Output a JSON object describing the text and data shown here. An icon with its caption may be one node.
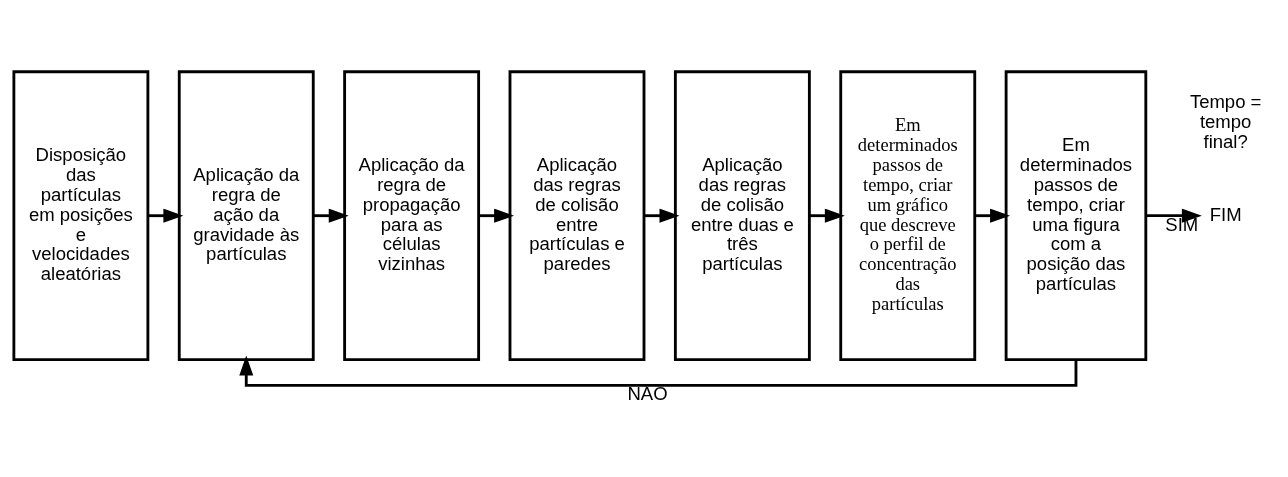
{
  "diagram": {
    "nodes": [
      {
        "text": [
          "Disposição das partículas em posições e velocidades aleatórias"
        ]
      },
      {
        "text": [
          "Aplicação da regra de ação da gravidade às partículas"
        ]
      },
      {
        "text": [
          "Aplicação da regra de propagação para as células vizinhas"
        ]
      },
      {
        "text": [
          "Aplicação das regras de colisão entre partículas e paredes"
        ]
      },
      {
        "text": [
          "Aplicação das regras de colisão entre duas e três partículas"
        ]
      },
      {
        "text": [
          "Em determinados passos de tempo, criar um gráfico que descreve o perfil de concentração das partículas"
        ]
      },
      {
        "text": [
          "Em determinados passos de tempo, criar uma figura com a posição das partículas"
        ]
      },
      {
        "text": [
          "FIM"
        ]
      }
    ],
    "edges": [
      {
        "from": 0,
        "to": 1,
        "arrow": "to"
      },
      {
        "from": 1,
        "to": 2,
        "arrow": "to"
      },
      {
        "from": 2,
        "to": 3,
        "arrow": "to"
      },
      {
        "from": 3,
        "to": 4,
        "arrow": "to"
      },
      {
        "from": 4,
        "to": 5,
        "arrow": "to"
      },
      {
        "from": 5,
        "to": 6,
        "arrow": "to"
      },
      {
        "from": 6,
        "to": 7,
        "arrow": "to",
        "label": "SIM"
      },
      {
        "from": 6,
        "to": 1,
        "arrow": "to",
        "label": "NÃO"
      }
    ],
    "labels": [
      "Tempo = tempo final?"
    ]
  }
}
